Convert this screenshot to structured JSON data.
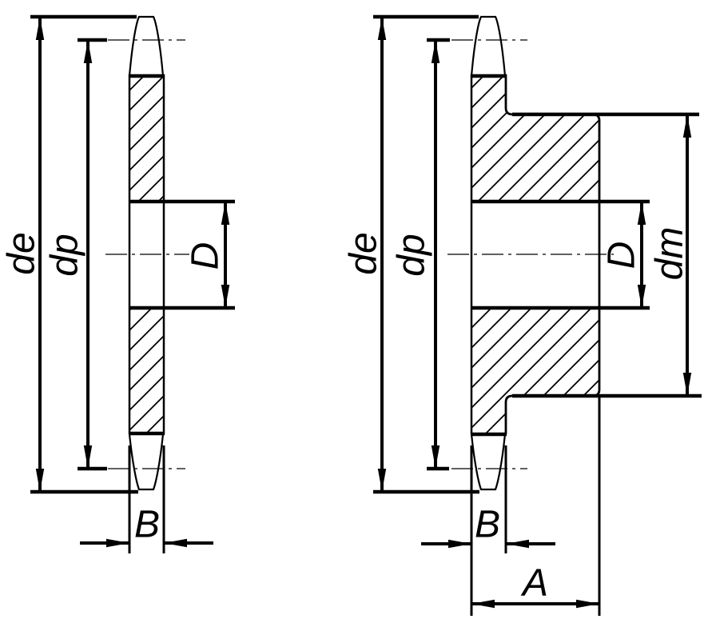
{
  "drawing": {
    "background_color": "#ffffff",
    "line_color": "#000000",
    "left_view": {
      "labels": {
        "de": "de",
        "dp": "dp",
        "D": "D",
        "B": "B"
      }
    },
    "right_view": {
      "labels": {
        "de": "de",
        "dp": "dp",
        "D": "D",
        "dm": "dm",
        "B": "B",
        "A": "A"
      }
    }
  }
}
